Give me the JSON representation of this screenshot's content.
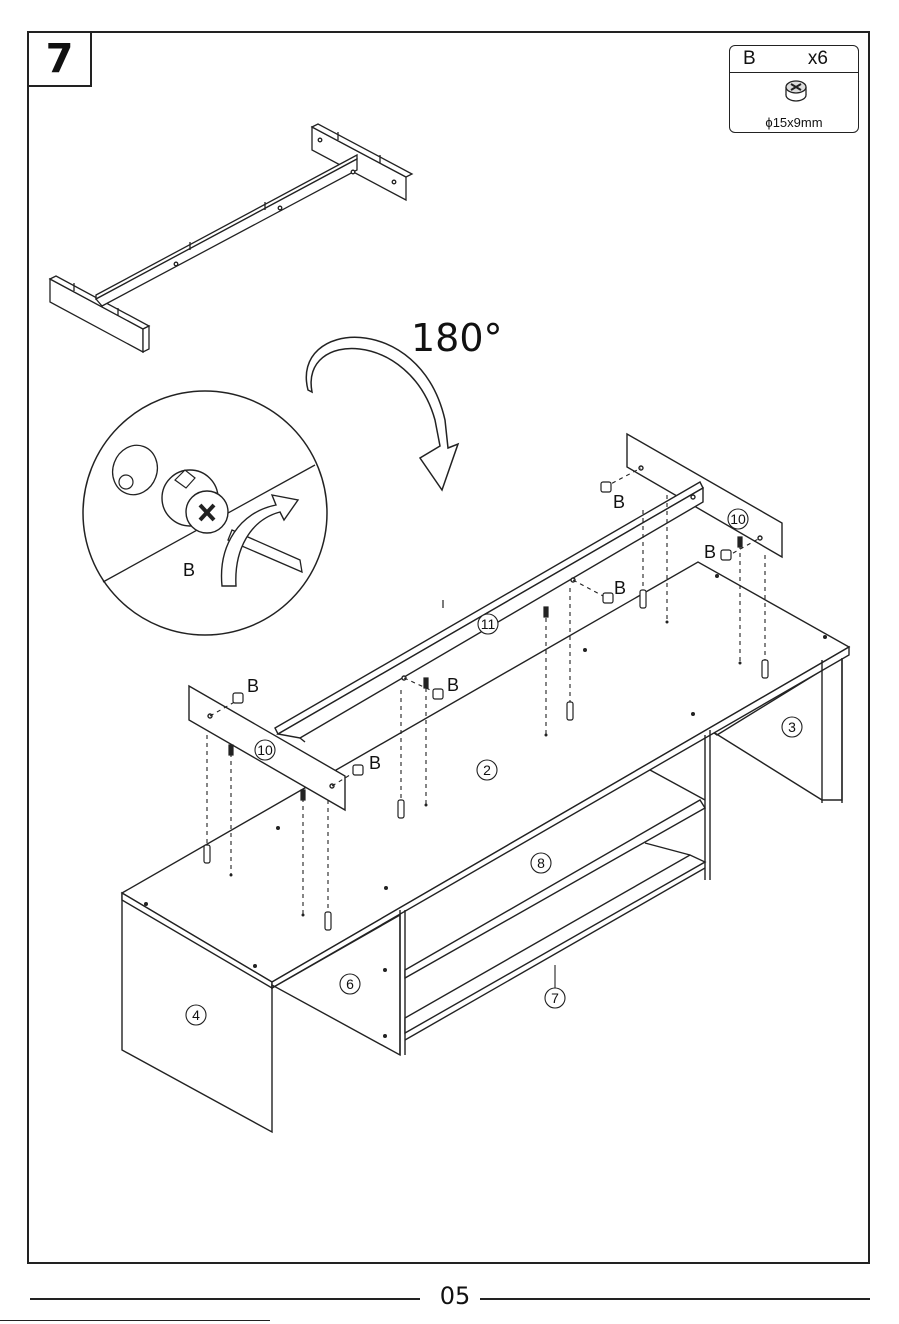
{
  "step": {
    "number": "7"
  },
  "hardware": {
    "letter": "B",
    "quantity": "x6",
    "size": "ϕ15x9mm",
    "icon": "cam-lock-icon"
  },
  "rotation": {
    "angle": "180°",
    "icon": "rotate-arrow-icon"
  },
  "callout": {
    "label": "B"
  },
  "labels": {
    "hardware_letter": "B",
    "rail_top": "11",
    "side_top": "10",
    "top_panel": "2",
    "side_right": "3",
    "side_left": "4",
    "divider": "6",
    "back_rail": "7",
    "shelf": "8"
  },
  "footer": {
    "page_number": "05"
  }
}
